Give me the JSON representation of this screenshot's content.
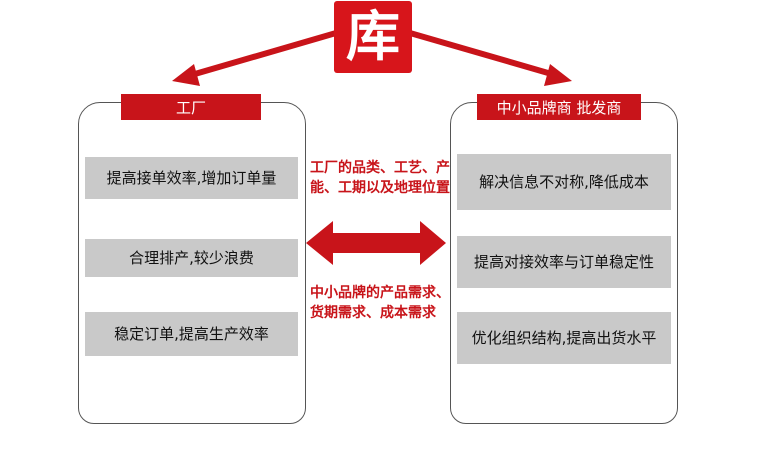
{
  "logo": {
    "glyph": "库",
    "color": "#d7151b"
  },
  "left_panel": {
    "header": "工厂",
    "items": [
      "提高接单效率,增加订单量",
      "合理排产,较少浪费",
      "稳定订单,提高生产效率"
    ]
  },
  "right_panel": {
    "header": "中小品牌商 批发商",
    "items": [
      "解决信息不对称,降低成本",
      "提高对接效率与订单稳定性",
      "优化组织结构,提高出货水平"
    ]
  },
  "middle": {
    "top_text": "工厂的品类、工艺、产能、工期以及地理位置",
    "bottom_text": "中小品牌的产品需求、货期需求、成本需求"
  },
  "colors": {
    "accent": "#c8141a",
    "item_fill": "#c9c9c9",
    "panel_border": "#555555"
  }
}
